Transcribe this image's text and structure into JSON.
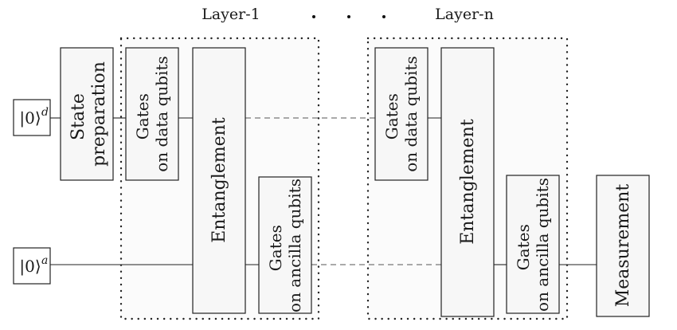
{
  "header": {
    "layer_first": "Layer-1",
    "layer_last": "Layer-n"
  },
  "inputs": {
    "data": {
      "ket": "|0⟩",
      "sup": "d"
    },
    "ancilla": {
      "ket": "|0⟩",
      "sup": "a"
    }
  },
  "blocks": {
    "state_prep": [
      "State",
      "preparation"
    ],
    "gates_data": [
      "Gates",
      "on data qubits"
    ],
    "gates_ancilla": [
      "Gates",
      "on ancilla qubits"
    ],
    "entanglement": "Entanglement",
    "measurement": "Measurement"
  },
  "colors": {
    "box_fill": "#f7f7f7",
    "line": "#222222"
  }
}
